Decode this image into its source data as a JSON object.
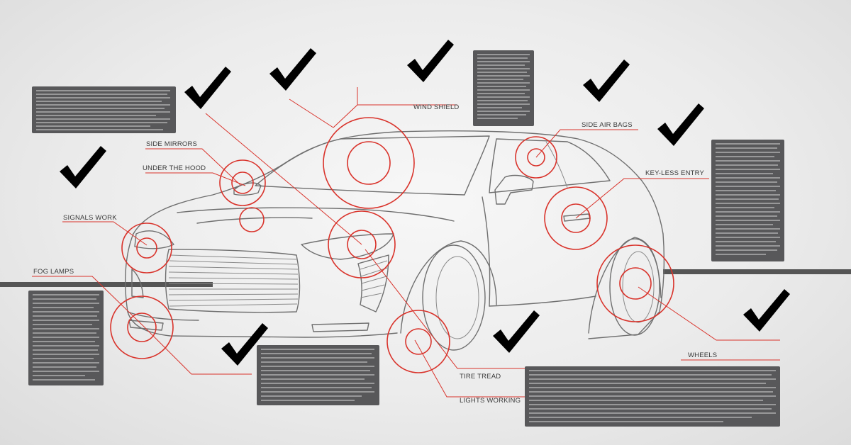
{
  "diagram": {
    "labels": {
      "wind_shield": "WIND SHIELD",
      "side_air_bags": "SIDE AIR BAGS",
      "key_less_entry": "KEY-LESS ENTRY",
      "side_mirrors": "SIDE MIRRORS",
      "under_the_hood": "UNDER THE HOOD",
      "signals_work": "SIGNALS WORK",
      "fog_lamps": "FOG LAMPS",
      "wheels": "WHEELS",
      "tire_tread": "TIRE TREAD",
      "lights_working": "LIGHTS WORKING"
    }
  },
  "colors": {
    "accent_red": "#d42e26",
    "box_gray": "#58585a",
    "car_stroke": "#6f6f6f",
    "label_text": "#3a3a3a"
  },
  "icons": [
    "checkmark-icon"
  ]
}
